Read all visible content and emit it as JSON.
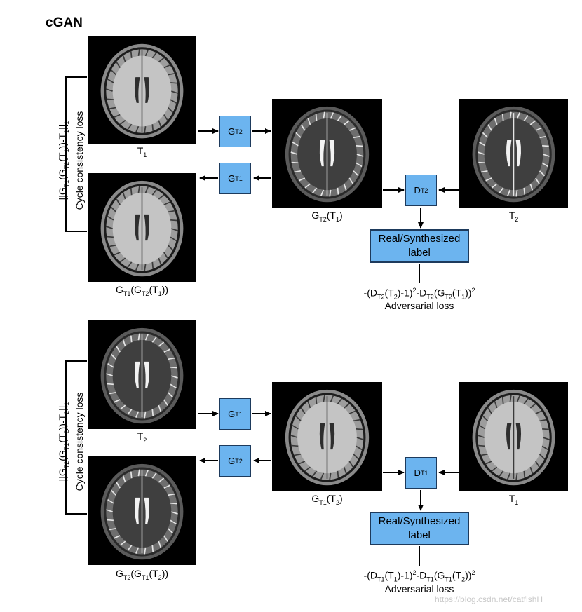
{
  "title": "cGAN",
  "watermark": "https://blog.csdn.net/catfishH",
  "colors": {
    "box_fill": "#6cb4ef",
    "box_border": "#1d3a5c",
    "scan_bg": "#000000"
  },
  "top": {
    "images": [
      {
        "caption_html": "T<sub>1</sub>",
        "kind": "t1"
      },
      {
        "caption_html": "G<sub>T1</sub>(G<sub>T2</sub>(T<sub>1</sub>))",
        "kind": "t1"
      },
      {
        "caption_html": "G<sub>T2</sub>(T<sub>1</sub>)",
        "kind": "t2"
      },
      {
        "caption_html": "T<sub>2</sub>",
        "kind": "t2"
      }
    ],
    "boxes": [
      "G<sub>T2</sub>",
      "G<sub>T1</sub>",
      "D<sub>T2</sub>"
    ],
    "label_line1": "Real/Synthesized",
    "label_line2": "label",
    "adv_formula_html": "-(D<sub>T2</sub>(T<sub>2</sub>)-1)<sup>2</sup>-D<sub>T2</sub>(G<sub>T2</sub>(T<sub>1</sub>))<sup>2</sup>",
    "adv_name": "Adversarial loss",
    "cycle_formula_html": "||G<sub>T1</sub>(G<sub>T2</sub>(T<sub>1</sub>))-T<sub>1</sub>||<sub>1</sub>",
    "cycle_name": "Cycle consistency loss"
  },
  "bottom": {
    "images": [
      {
        "caption_html": "T<sub>2</sub>",
        "kind": "t2"
      },
      {
        "caption_html": "G<sub>T2</sub>(G<sub>T1</sub>(T<sub>2</sub>))",
        "kind": "t2"
      },
      {
        "caption_html": "G<sub>T1</sub>(T<sub>2</sub>)",
        "kind": "t1"
      },
      {
        "caption_html": "T<sub>1</sub>",
        "kind": "t1"
      }
    ],
    "boxes": [
      "G<sub>T1</sub>",
      "G<sub>T2</sub>",
      "D<sub>T1</sub>"
    ],
    "label_line1": "Real/Synthesized",
    "label_line2": "label",
    "adv_formula_html": "-(D<sub>T1</sub>(T<sub>1</sub>)-1)<sup>2</sup>-D<sub>T1</sub>(G<sub>T1</sub>(T<sub>2</sub>))<sup>2</sup>",
    "adv_name": "Adversarial loss",
    "cycle_formula_html": "||G<sub>T2</sub>(G<sub>T1</sub>(T<sub>2</sub>))-T<sub>2</sub>||<sub>1</sub>",
    "cycle_name": "Cycle consistency loss"
  }
}
